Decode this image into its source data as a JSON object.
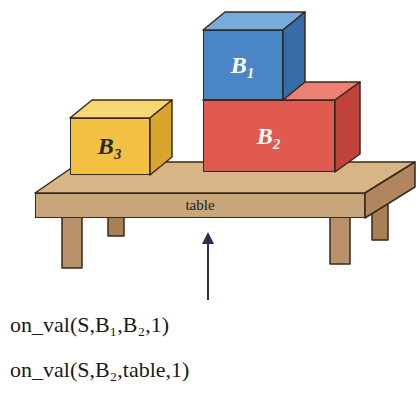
{
  "diagram": {
    "nodes": [
      {
        "text": [
          "B₁"
        ]
      },
      {
        "text": [
          "B₃"
        ]
      },
      {
        "text": [
          "B₂"
        ]
      },
      {
        "text": [
          "table"
        ]
      }
    ],
    "labels": [
      "on_val(S,B₁,B₂,1)",
      "on_val(S,B₂,table,1)"
    ]
  }
}
